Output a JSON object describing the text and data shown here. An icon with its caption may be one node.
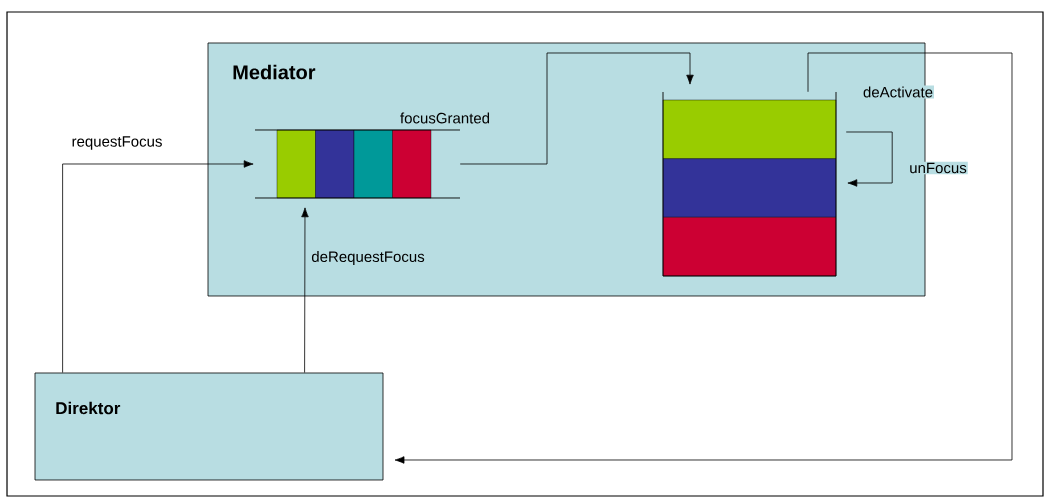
{
  "diagram": {
    "nodes": [
      {
        "text": [
          "Mediator"
        ]
      },
      {
        "text": [],
        "shape": "box",
        "in": 0
      },
      {
        "text": [],
        "shape": "box",
        "in": 0
      },
      {
        "text": [
          "Direktor"
        ]
      }
    ],
    "edges": [
      {
        "from": 3,
        "to": 1,
        "arrow": "to",
        "label": "requestFocus"
      },
      {
        "from": 3,
        "to": 1,
        "arrow": "to",
        "label": "deRequestFocus"
      },
      {
        "from": 1,
        "to": 2,
        "arrow": "to",
        "label": "focusGranted"
      },
      {
        "from": 2,
        "to": 3,
        "arrow": "to",
        "label": "deActivate"
      },
      {
        "from": 2,
        "to": 2,
        "arrow": "to",
        "label": "unFocus"
      }
    ]
  }
}
